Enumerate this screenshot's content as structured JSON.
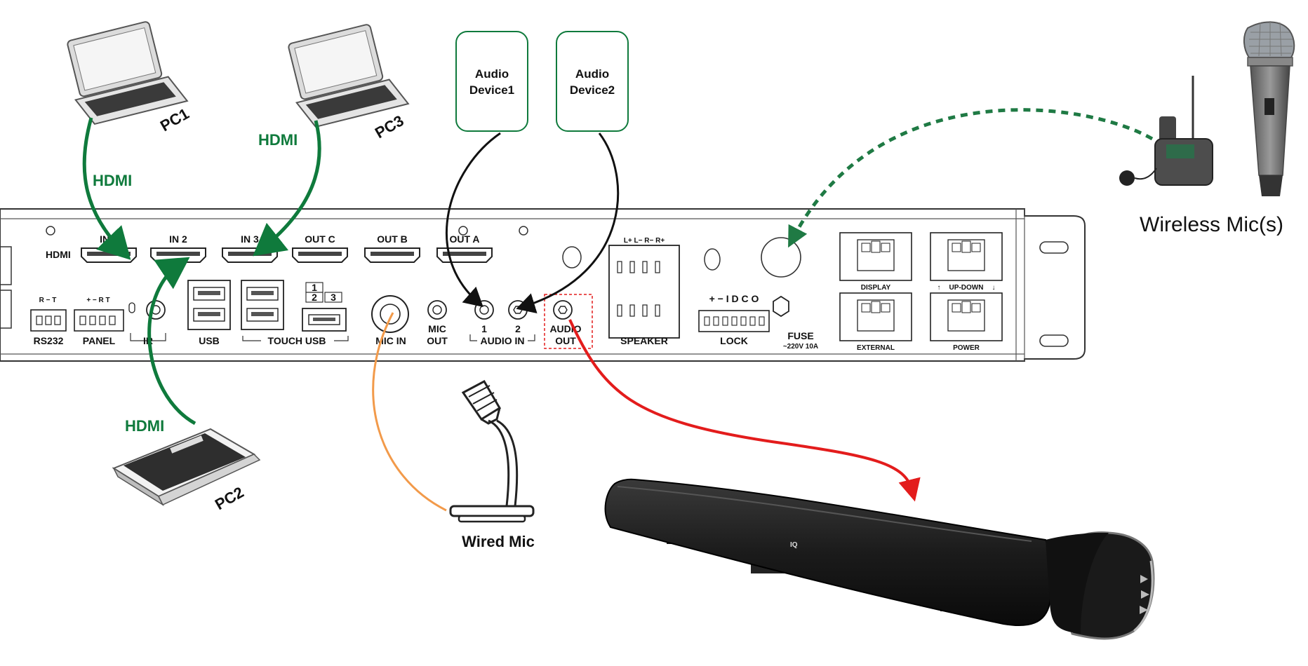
{
  "colors": {
    "hdmi": "#0f7a3c",
    "wired_mic_cable": "#f29a4a",
    "audio_out_cable": "#e31c1c",
    "audio_in_cable": "#111111",
    "wireless_link": "#1f7a44",
    "device_box_border": "#0f7a3c"
  },
  "computers": {
    "pc1": "PC1",
    "pc2": "PC2",
    "pc3": "PC3"
  },
  "hdmi_labels": [
    "HDMI",
    "HDMI",
    "HDMI"
  ],
  "audio_devices": [
    {
      "line1": "Audio",
      "line2": "Device1"
    },
    {
      "line1": "Audio",
      "line2": "Device2"
    }
  ],
  "wireless_mic": "Wireless Mic(s)",
  "wired_mic": "Wired Mic",
  "soundbar_logo": "IQ",
  "panel": {
    "hdmi_row_label": "HDMI",
    "in1": "IN 1",
    "in2": "IN 2",
    "in3": "IN 3",
    "out_c": "OUT C",
    "out_b": "OUT B",
    "out_a": "OUT A",
    "rs232_pins": "R − T",
    "rs232": "RS232",
    "panel_pins": "+ − R T",
    "panel": "PANEL",
    "ir": "IR",
    "usb": "USB",
    "touch_usb": "TOUCH USB",
    "touch_num_1": "1",
    "touch_num_2": "2",
    "touch_num_3": "3",
    "mic_in": "MIC IN",
    "mic_out_1": "MIC",
    "mic_out_2": "OUT",
    "audio_in_1": "1",
    "audio_in_2": "2",
    "audio_in": "AUDIO IN",
    "audio_out_1": "AUDIO",
    "audio_out_2": "OUT",
    "speaker_pins": "L+ L− R− R+",
    "speaker": "SPEAKER",
    "lock_pins": "+ − I D C O",
    "lock": "LOCK",
    "fuse": "FUSE",
    "fuse_rating": "~220V 10A",
    "display": "DISPLAY",
    "up_down": "UP-DOWN",
    "external": "EXTERNAL",
    "power": "POWER"
  }
}
